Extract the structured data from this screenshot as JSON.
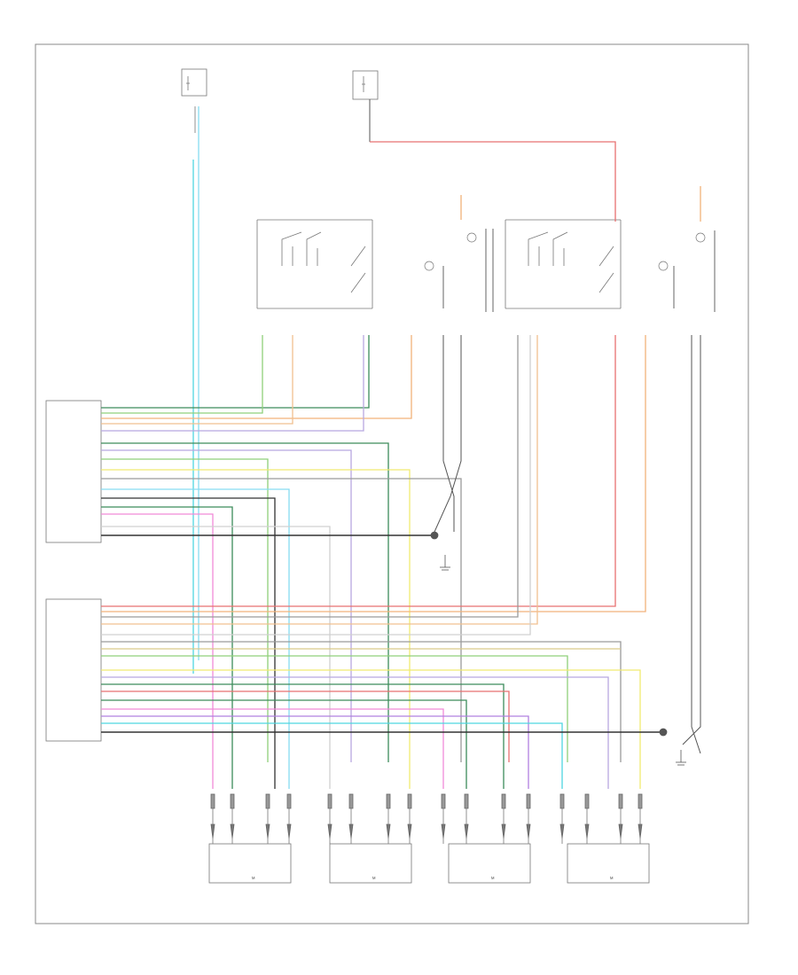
{
  "diagram_id": "",
  "figure_label": "",
  "modules": {
    "upper_title": "",
    "lower_title": ""
  },
  "motors": [
    {
      "name": "",
      "sub": "M"
    },
    {
      "name": "",
      "sub": "M"
    },
    {
      "name": "",
      "sub": "M"
    },
    {
      "name": "",
      "sub": "M"
    }
  ],
  "grounds": [
    {
      "name": "",
      "sub": ""
    },
    {
      "name": "",
      "sub": ""
    }
  ],
  "wire_colors": {
    "red": "#e87070",
    "orange": "#f2b27a",
    "light_green": "#8fd07a",
    "light_blue": "#86dcf2",
    "tan": "#d9c98a",
    "yellow": "#f0ea70",
    "dark_green": "#3c8c5a",
    "gray": "#9a9a9a",
    "black": "#333333",
    "pink": "#f08ad8",
    "purple": "#b080e0",
    "cyan": "#4ed6e0",
    "lavender": "#b8a8e0"
  }
}
